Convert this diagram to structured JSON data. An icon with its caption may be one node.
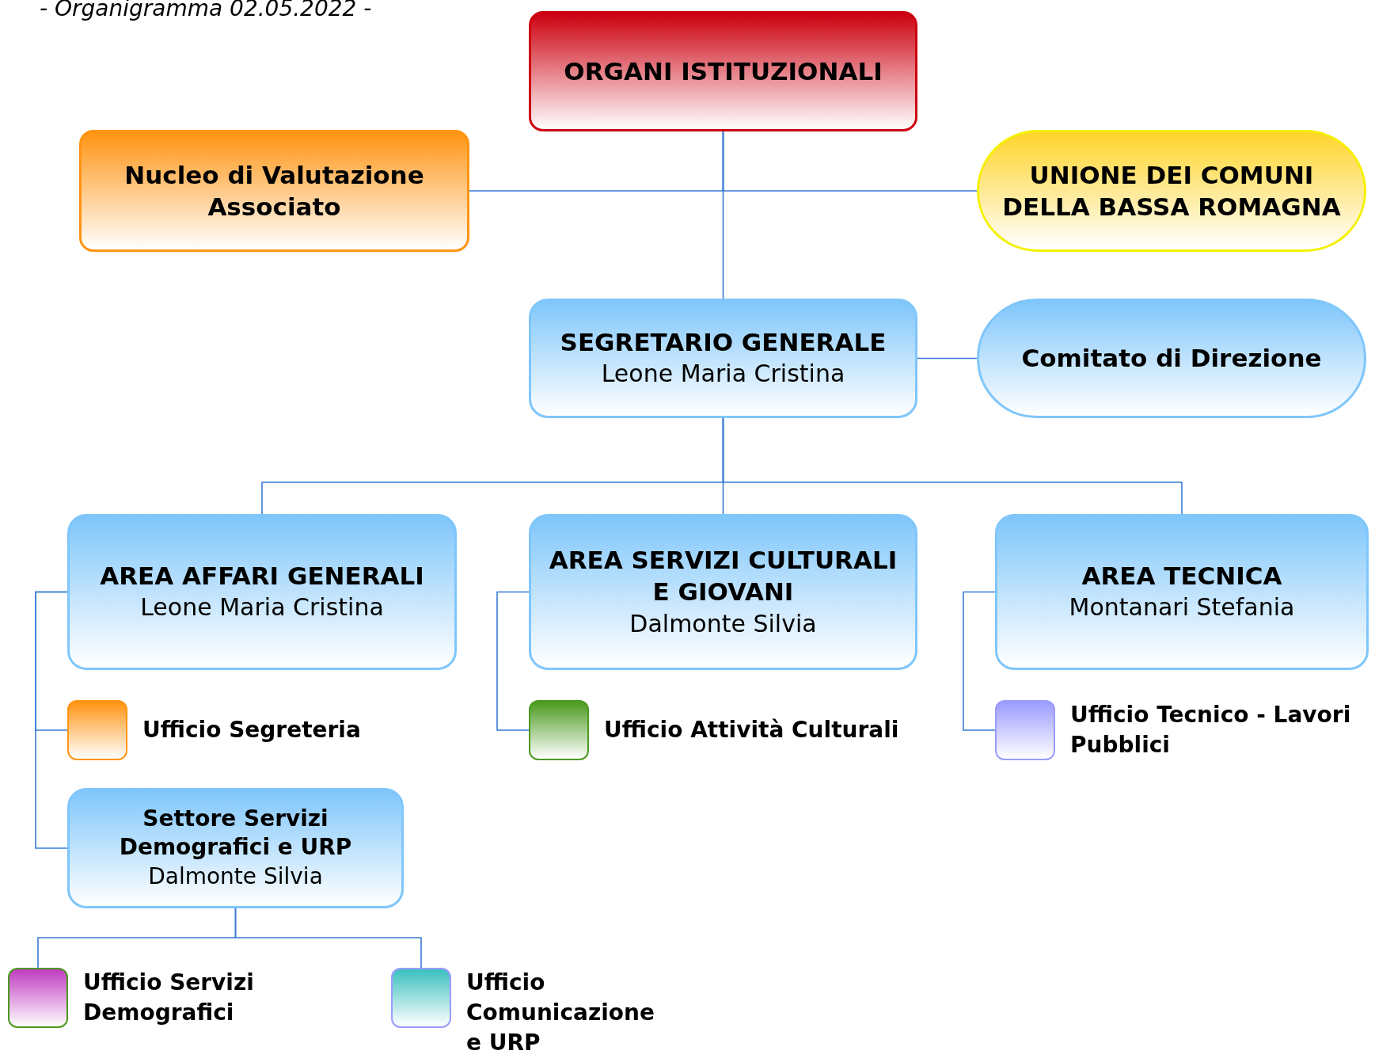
{
  "diagram": {
    "title": "- Organigramma 02.05.2022 -",
    "nodes": [
      {
        "text": [
          "ORGANI ISTITUZIONALI"
        ]
      },
      {
        "text": [
          "Nucleo di Valutazione Associato"
        ]
      },
      {
        "text": [
          "UNIONE DEI COMUNI DELLA BASSA ROMAGNA"
        ]
      },
      {
        "text": [
          "SEGRETARIO GENERALE",
          "Leone Maria Cristina"
        ]
      },
      {
        "text": [
          "Comitato di Direzione"
        ]
      },
      {
        "text": [
          "AREA AFFARI GENERALI",
          "Leone Maria Cristina"
        ]
      },
      {
        "text": [
          "AREA SERVIZI CULTURALI E GIOVANI",
          "Dalmonte Silvia"
        ]
      },
      {
        "text": [
          "AREA TECNICA",
          "Montanari Stefania"
        ]
      },
      {
        "text": [
          "Ufficio Segreteria"
        ]
      },
      {
        "text": [
          "Ufficio Attività Culturali"
        ]
      },
      {
        "text": [
          "Ufficio Tecnico - Lavori Pubblici"
        ]
      },
      {
        "text": [
          "Settore Servizi Demografici e URP",
          "Dalmonte Silvia"
        ]
      },
      {
        "text": [
          "Ufficio Servizi Demografici"
        ]
      },
      {
        "text": [
          "Ufficio Comunicazione e URP"
        ]
      }
    ],
    "edges": [
      {
        "from": 0,
        "to": 1,
        "arrow": "none"
      },
      {
        "from": 0,
        "to": 2,
        "arrow": "none"
      },
      {
        "from": 0,
        "to": 3,
        "arrow": "none"
      },
      {
        "from": 3,
        "to": 4,
        "arrow": "none"
      },
      {
        "from": 3,
        "to": 5,
        "arrow": "none"
      },
      {
        "from": 3,
        "to": 6,
        "arrow": "none"
      },
      {
        "from": 3,
        "to": 7,
        "arrow": "none"
      },
      {
        "from": 5,
        "to": 8,
        "arrow": "none"
      },
      {
        "from": 5,
        "to": 11,
        "arrow": "none"
      },
      {
        "from": 6,
        "to": 9,
        "arrow": "none"
      },
      {
        "from": 7,
        "to": 10,
        "arrow": "none"
      },
      {
        "from": 11,
        "to": 12,
        "arrow": "none"
      },
      {
        "from": 11,
        "to": 13,
        "arrow": "none"
      }
    ]
  }
}
